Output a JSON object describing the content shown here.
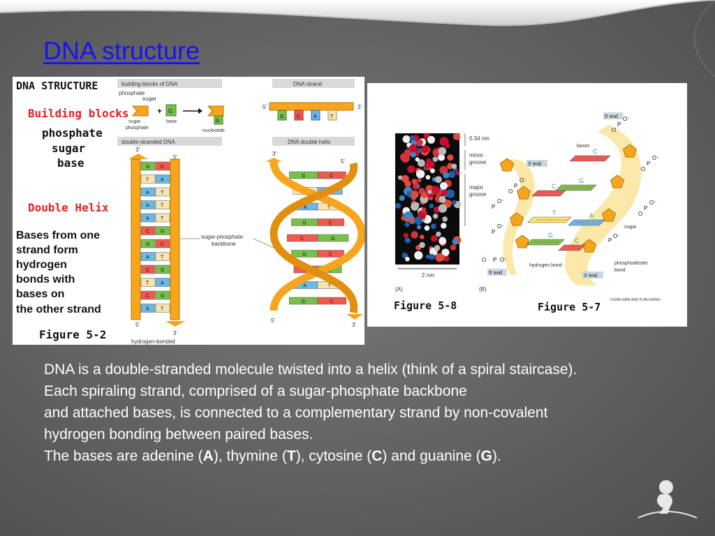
{
  "slide": {
    "title": "DNA structure"
  },
  "figure_left": {
    "heading": "DNA STRUCTURE",
    "building_blocks_title": "Building blocks",
    "building_blocks": [
      "phosphate",
      "sugar",
      "base"
    ],
    "double_helix_title": "Double Helix",
    "bases_note": [
      "Bases from one",
      "strand form",
      "hydrogen",
      "bonds with",
      "bases on",
      "the other strand"
    ],
    "caption": "Figure 5-2",
    "box_building_blocks": "building blocks of DNA",
    "box_dna_strand": "DNA strand",
    "box_double_stranded": "double-stranded DNA",
    "box_double_helix": "DNA double helix",
    "label_phosphate": "phosphate",
    "label_sugar": "sugar",
    "label_sugar_phosphate": [
      "sugar",
      "phosphate"
    ],
    "label_base": "base",
    "label_nucleotide": "nucleotide",
    "label_backbone": [
      "sugar-phosphate",
      "backbone"
    ],
    "label_hbonded": "hydrogen-bonded",
    "end_3": "3'",
    "end_5": "5'",
    "strand_bases": [
      "G",
      "C",
      "A",
      "T"
    ],
    "ladder_pairs": [
      [
        "G",
        "C"
      ],
      [
        "T",
        "A"
      ],
      [
        "A",
        "T"
      ],
      [
        "A",
        "T"
      ],
      [
        "A",
        "T"
      ],
      [
        "C",
        "G"
      ],
      [
        "G",
        "C"
      ],
      [
        "A",
        "T"
      ],
      [
        "C",
        "G"
      ],
      [
        "T",
        "A"
      ],
      [
        "C",
        "G"
      ],
      [
        "A",
        "T"
      ]
    ],
    "helix_pairs": [
      [
        "G",
        "C"
      ],
      [
        "T",
        "A"
      ],
      [
        "A",
        "T"
      ],
      [
        "G",
        "C"
      ],
      [
        "C",
        "G"
      ],
      [
        "G",
        "C"
      ],
      [
        "C",
        "G"
      ],
      [
        "A",
        "T"
      ],
      [
        "G",
        "C"
      ]
    ],
    "colors": {
      "orange": "#f6a51c",
      "green": "#77c04b",
      "blue": "#6bb7e6",
      "red": "#ef5a4f",
      "cream": "#f7e4b0",
      "title_red": "#e62020"
    }
  },
  "figure_right": {
    "label_034nm": "0.34 nm",
    "label_minor": [
      "minor",
      "groove"
    ],
    "label_major": [
      "major",
      "groove"
    ],
    "label_2nm": "2 nm",
    "label_a": "(A)",
    "label_b": "(B)",
    "caption_a": "Figure 5-8",
    "caption_b": "Figure 5-7",
    "label_5end_top": "5' end",
    "label_3end_top": "3' end",
    "label_bases": "bases",
    "label_sugar": "sugar",
    "label_hbond": "hydrogen bond",
    "label_phosphodiester": [
      "phosphodiester",
      "bond"
    ],
    "label_5end_bottom": "5' end",
    "label_3end_bottom": "3' end",
    "copyright": "©1998 GARLAND PUBLISHING",
    "base_letters": [
      "C",
      "G",
      "C",
      "T",
      "A",
      "G",
      "C"
    ],
    "phosphate": [
      "O",
      "P",
      "O⁻"
    ]
  },
  "body": {
    "line1": "DNA is a double-stranded molecule twisted into a helix (think of a spiral staircase).",
    "line2": "Each spiraling strand, comprised of a sugar-phosphate backbone",
    "line3": "and attached bases, is connected to a complementary strand by non-covalent",
    "line4": "hydrogen bonding between paired bases.",
    "line5": {
      "pre": "The bases are adenine (",
      "a": "A",
      "mid1": "), thymine (",
      "t": "T",
      "mid2": "), cytosine (",
      "c": "C",
      "mid3": ") and guanine (",
      "g": "G",
      "end": ")."
    }
  }
}
